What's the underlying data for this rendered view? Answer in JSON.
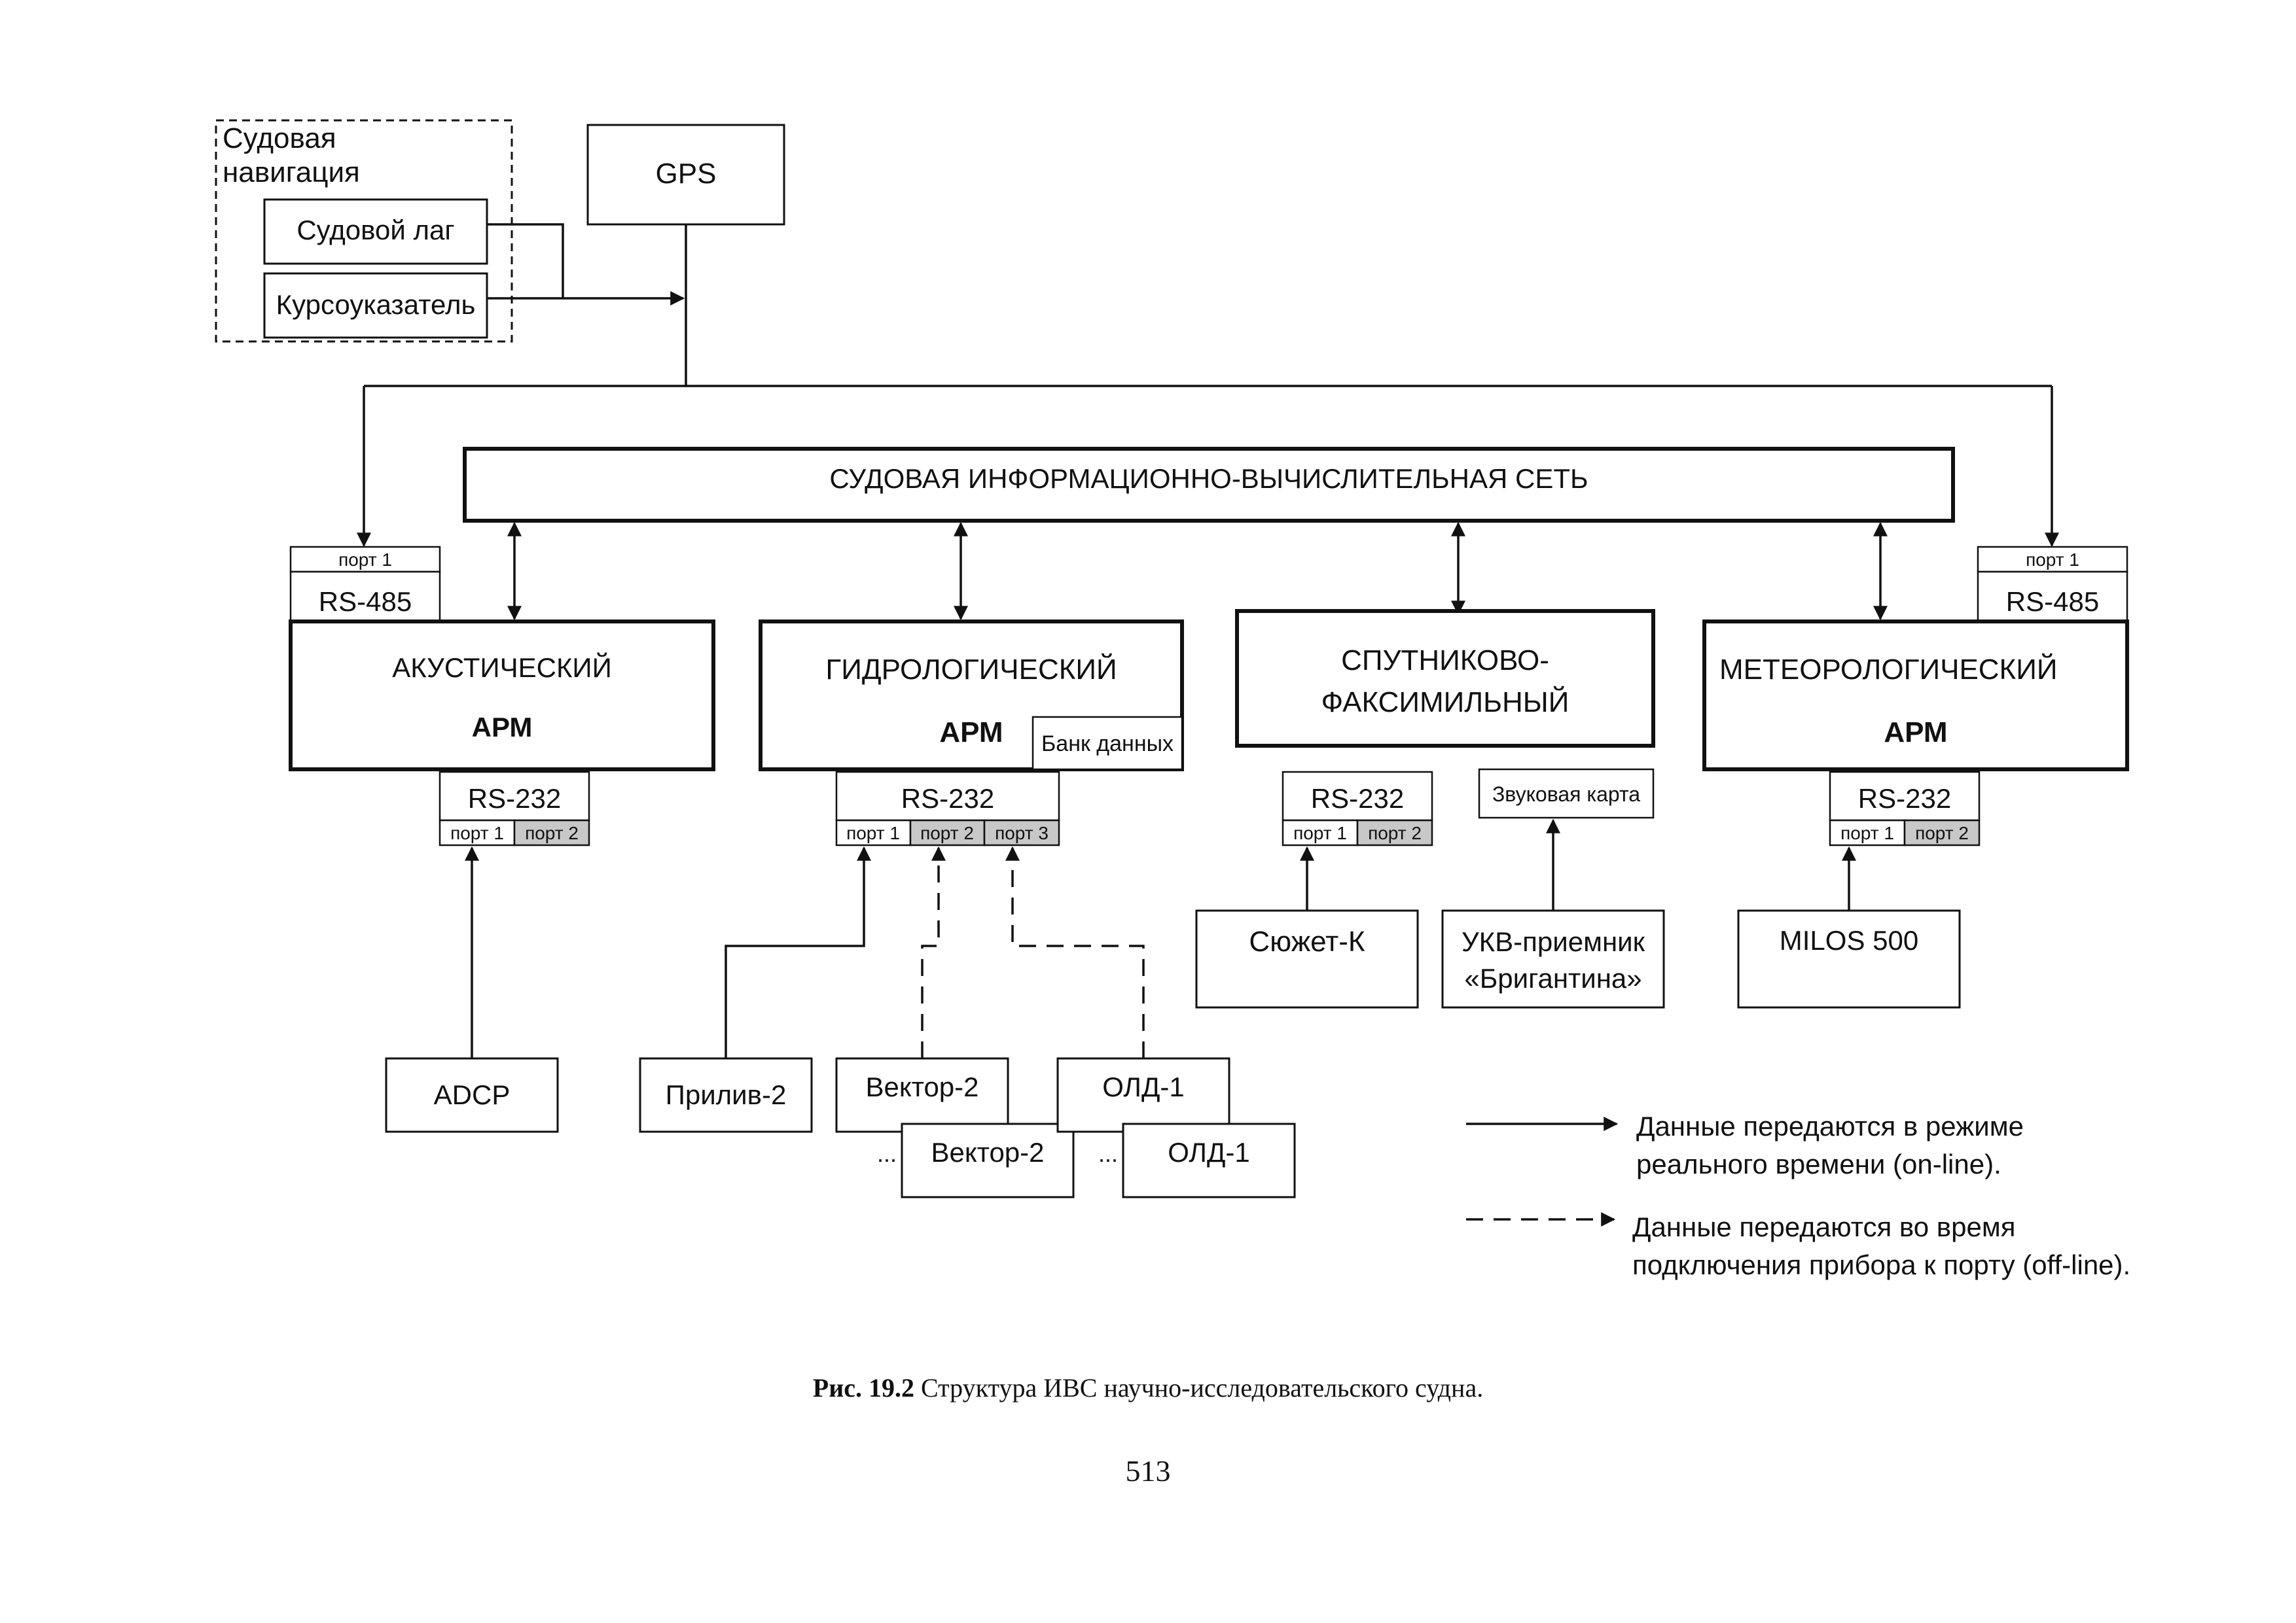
{
  "nav_group": {
    "title_line1": "Судовая",
    "title_line2": "навигация",
    "log": "Судовой лаг",
    "compass": "Курсоуказатель"
  },
  "gps": "GPS",
  "network": "СУДОВАЯ ИНФОРМАЦИОННО-ВЫЧИСЛИТЕЛЬНАЯ СЕТЬ",
  "acoustic": {
    "title": "АКУСТИЧЕСКИЙ",
    "arm": "АРМ",
    "rs485": "RS-485",
    "rs485_port": "порт 1",
    "rs232": "RS-232",
    "port1": "порт 1",
    "port2": "порт 2"
  },
  "hydro": {
    "title": "ГИДРОЛОГИЧЕСКИЙ",
    "arm": "АРМ",
    "bank": "Банк данных",
    "rs232": "RS-232",
    "port1": "порт 1",
    "port2": "порт 2",
    "port3": "порт 3"
  },
  "satellite": {
    "title_line1": "СПУТНИКОВО-",
    "title_line2": "ФАКСИМИЛЬНЫЙ",
    "rs232": "RS-232",
    "port1": "порт 1",
    "port2": "порт 2",
    "sound_card": "Звуковая карта"
  },
  "meteo": {
    "title": "МЕТЕОРОЛОГИЧЕСКИЙ",
    "arm": "АРМ",
    "rs485": "RS-485",
    "rs485_port": "порт 1",
    "rs232": "RS-232",
    "port1": "порт 1",
    "port2": "порт 2"
  },
  "devices": {
    "adcp": "ADCP",
    "priliv": "Прилив-2",
    "vector": "Вектор-2",
    "vector2": "Вектор-2",
    "old": "ОЛД-1",
    "old2": "ОЛД-1",
    "ellipsis": "...",
    "syuzhet": "Сюжет-К",
    "ukv_line1": "УКВ-приемник",
    "ukv_line2": "«Бригантина»",
    "milos": "MILOS 500"
  },
  "legend": {
    "online_line1": "Данные передаются в режиме",
    "online_line2": "реального времени (on-line).",
    "offline_line1": "Данные передаются во время",
    "offline_line2": "подключения прибора к порту (off-line)."
  },
  "caption": {
    "label": "Рис. 19.2",
    "text": " Структура ИВС научно-исследовательского судна."
  },
  "page_number": "513"
}
